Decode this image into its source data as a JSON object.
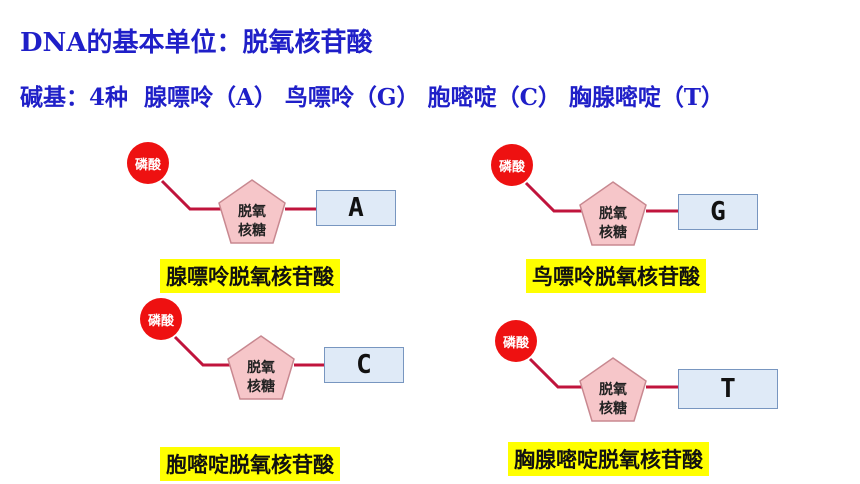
{
  "title": "DNA的基本单位：脱氧核苷酸",
  "bases_line": {
    "prefix": "碱基：4种",
    "items": [
      "腺嘌呤（A）",
      "鸟嘌呤（G）",
      "胞嘧啶（C）",
      "胸腺嘧啶（T）"
    ]
  },
  "nucleotides": [
    {
      "phosphate": "磷酸",
      "sugar_line1": "脱氧",
      "sugar_line2": "核糖",
      "base": "A",
      "name": "腺嘌呤脱氧核苷酸"
    },
    {
      "phosphate": "磷酸",
      "sugar_line1": "脱氧",
      "sugar_line2": "核糖",
      "base": "G",
      "name": "鸟嘌呤脱氧核苷酸"
    },
    {
      "phosphate": "磷酸",
      "sugar_line1": "脱氧",
      "sugar_line2": "核糖",
      "base": "C",
      "name": "胞嘧啶脱氧核苷酸"
    },
    {
      "phosphate": "磷酸",
      "sugar_line1": "脱氧",
      "sugar_line2": "核糖",
      "base": "T",
      "name": "胸腺嘧啶脱氧核苷酸"
    }
  ],
  "colors": {
    "heading": "#1f1fc8",
    "phosphate": "#ee1111",
    "sugar_fill": "#f6c6c9",
    "sugar_stroke": "#c88890",
    "base_fill": "#dfeaf7",
    "bond": "#c0143c",
    "name_highlight": "#ffff00"
  }
}
